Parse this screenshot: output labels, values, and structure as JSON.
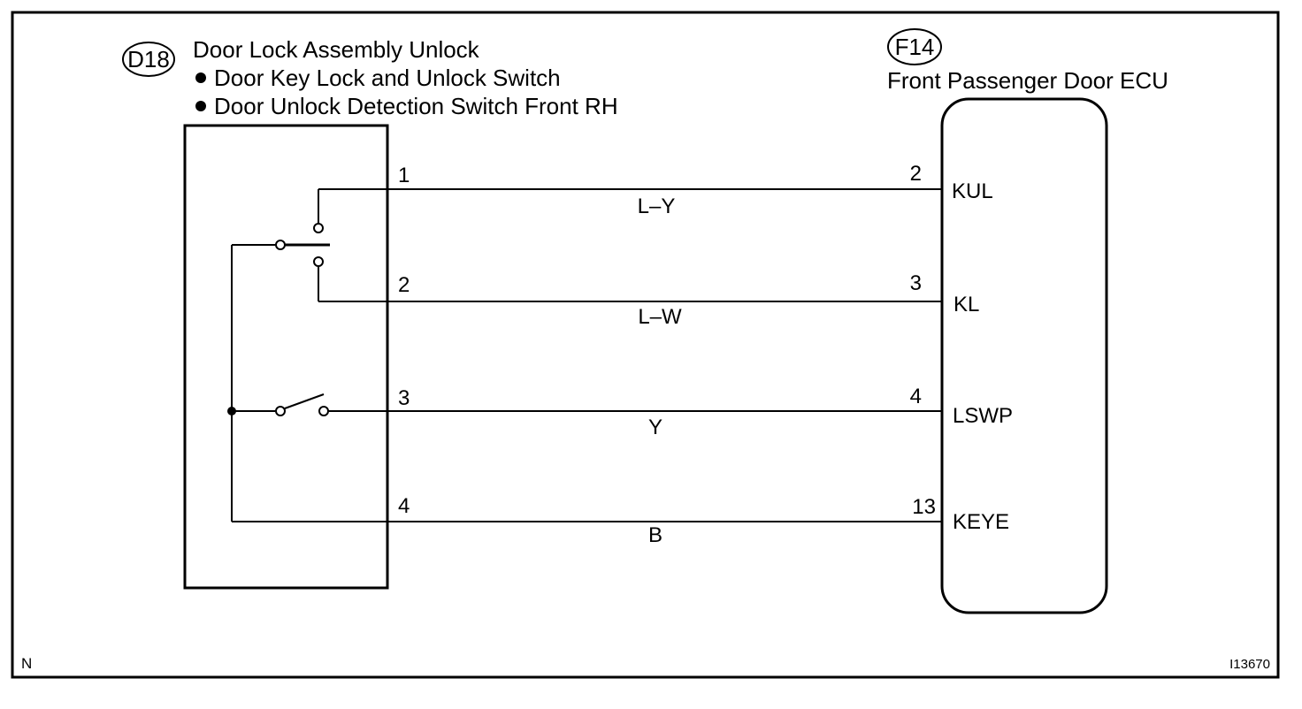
{
  "left_component": {
    "code": "D18",
    "title": "Door Lock Assembly Unlock",
    "sub_items": [
      "Door Key Lock and Unlock Switch",
      "Door Unlock Detection Switch Front RH"
    ]
  },
  "right_component": {
    "code": "F14",
    "title": "Front Passenger Door ECU"
  },
  "wires": [
    {
      "left_pin": "1",
      "right_pin": "2",
      "color": "L–Y",
      "terminal": "KUL"
    },
    {
      "left_pin": "2",
      "right_pin": "3",
      "color": "L–W",
      "terminal": "KL"
    },
    {
      "left_pin": "3",
      "right_pin": "4",
      "color": "Y",
      "terminal": "LSWP"
    },
    {
      "left_pin": "4",
      "right_pin": "13",
      "color": "B",
      "terminal": "KEYE"
    }
  ],
  "corner_left": "N",
  "figure_id": "I13670"
}
